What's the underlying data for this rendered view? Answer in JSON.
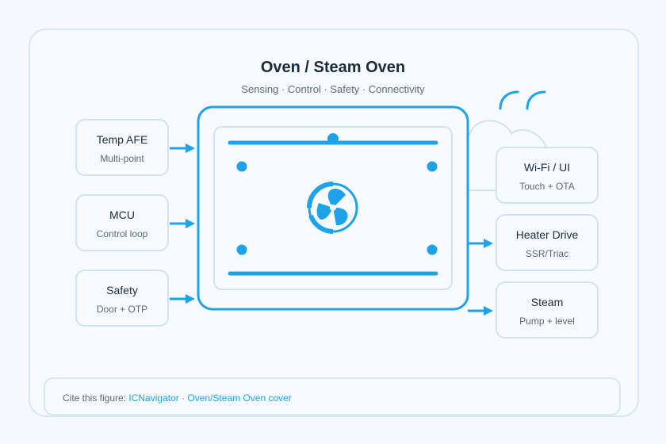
{
  "diagram": {
    "title": "Oven / Steam Oven",
    "subtitle": "Sensing · Control · Safety · Connectivity",
    "left_boxes": [
      {
        "title": "Temp AFE",
        "sub": "Multi-point"
      },
      {
        "title": "MCU",
        "sub": "Control loop"
      },
      {
        "title": "Safety",
        "sub": "Door + OTP"
      }
    ],
    "right_boxes": [
      {
        "title": "Wi-Fi / UI",
        "sub": "Touch + OTA"
      },
      {
        "title": "Heater Drive",
        "sub": "SSR/Triac"
      },
      {
        "title": "Steam",
        "sub": "Pump + level"
      }
    ],
    "icons": [
      "oven-icon",
      "fan-icon",
      "cloud-icon",
      "wifi-signal-icon",
      "arrow-right-icon"
    ],
    "colors": {
      "accent": "#1ea2e8",
      "border": "#d0e3f4",
      "text": "#1c2b3a",
      "muted": "#5a6878"
    }
  },
  "citation": {
    "prefix": "Cite this figure:",
    "link": "ICNavigator · Oven/Steam Oven cover"
  }
}
